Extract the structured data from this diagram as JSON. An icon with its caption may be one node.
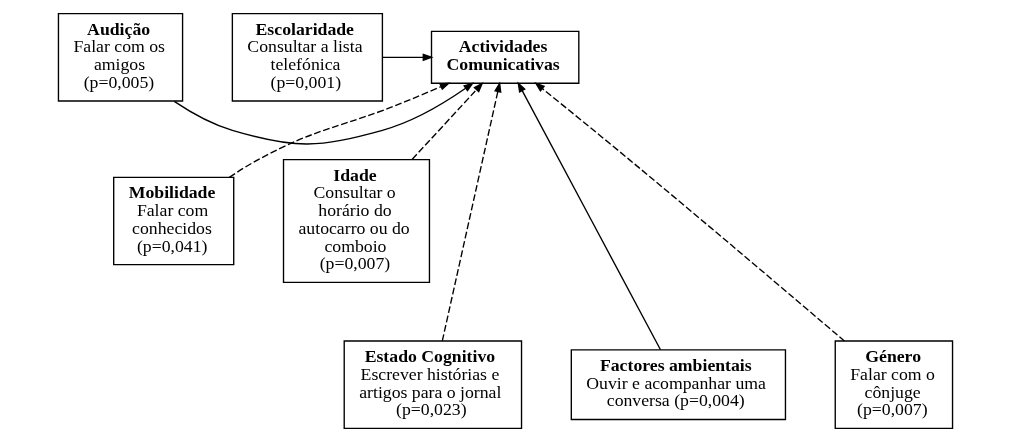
{
  "diagram": {
    "nodes": [
      {
        "text": [
          "Actividades Comunicativas"
        ]
      },
      {
        "text": [
          "Audição",
          "Falar com os amigos (p=0,005)"
        ]
      },
      {
        "text": [
          "Escolaridade",
          "Consultar a lista telefónica (p=0,001)"
        ]
      },
      {
        "text": [
          "Mobilidade",
          "Falar com conhecidos (p=0,041)"
        ]
      },
      {
        "text": [
          "Idade",
          "Consultar o horário do autocarro ou do comboio (p=0,007)"
        ]
      },
      {
        "text": [
          "Estado Cognitivo",
          "Escrever histórias e artigos para o jornal (p=0,023)"
        ]
      },
      {
        "text": [
          "Factores ambientais",
          "Ouvir e acompanhar uma conversa (p=0,004)"
        ]
      },
      {
        "text": [
          "Género",
          "Falar com o cônjuge (p=0,007)"
        ]
      }
    ],
    "edges": [
      {
        "from": 1,
        "to": 0,
        "arrow": "to"
      },
      {
        "from": 2,
        "to": 0,
        "arrow": "to"
      },
      {
        "from": 3,
        "to": 0,
        "arrow": "to",
        "style": "dashed"
      },
      {
        "from": 5,
        "to": 0,
        "arrow": "to",
        "style": "dashed"
      },
      {
        "from": 6,
        "to": 0,
        "arrow": "to"
      },
      {
        "from": 7,
        "to": 0,
        "arrow": "to",
        "style": "dashed"
      },
      {
        "from": 4,
        "to": 0,
        "arrow": "to",
        "style": "dashed"
      }
    ]
  }
}
